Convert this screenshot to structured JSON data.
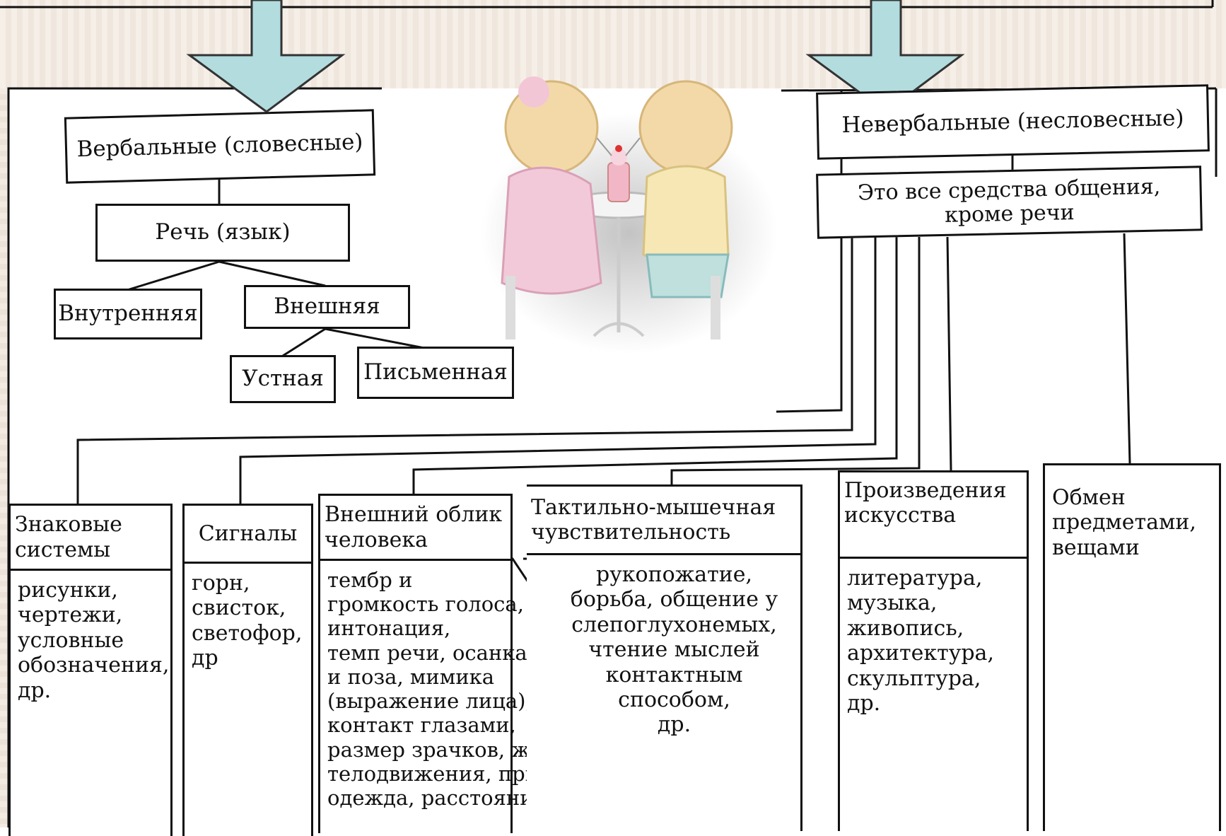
{
  "diagram": {
    "verbal": {
      "title": "Вербальные (словесные)",
      "speech": "Речь (язык)",
      "inner": "Внутренняя",
      "outer": "Внешняя",
      "oral": "Устная",
      "written": "Письменная"
    },
    "nonverbal": {
      "title": "Невербальные (несловесные)",
      "definition": "Это все средства общения, кроме речи"
    },
    "columns": [
      {
        "header": "Знаковые системы",
        "body": "рисунки,\nчертежи,\nусловные\nобозначения,\nдр."
      },
      {
        "header": "Сигналы",
        "body": "горн,\nсвисток,\nсветофор,\nдр"
      },
      {
        "header": "Внешний облик человека",
        "body": "тембр и\nгромкость голоса,\nинтонация,\nтемп речи, осанка\nи поза, мимика\n(выражение лица),\nконтакт глазами,\nразмер зрачков, жесты,\nтелодвижения, прическа,\nодежда, расстояние"
      },
      {
        "header": "Тактильно-мышечная чувствительность",
        "body": "рукопожатие,\nборьба, общение у\nслепоглухонемых,\nчтение мыслей\nконтактным\nспособом,\nдр."
      },
      {
        "header": "Произведения искусства",
        "body": "литература,\nмузыка,\nживопись,\nархитектура,\nскульптура,\nдр."
      },
      {
        "header": "Обмен предметами, вещами",
        "body": ""
      }
    ]
  },
  "colors": {
    "arrow": "#b3dcdf",
    "arrow_stroke": "#333333",
    "line": "#111111"
  },
  "icons": {
    "illustration": "two-children-sharing-milkshake-illustration",
    "arrow": "down-arrow-icon"
  }
}
